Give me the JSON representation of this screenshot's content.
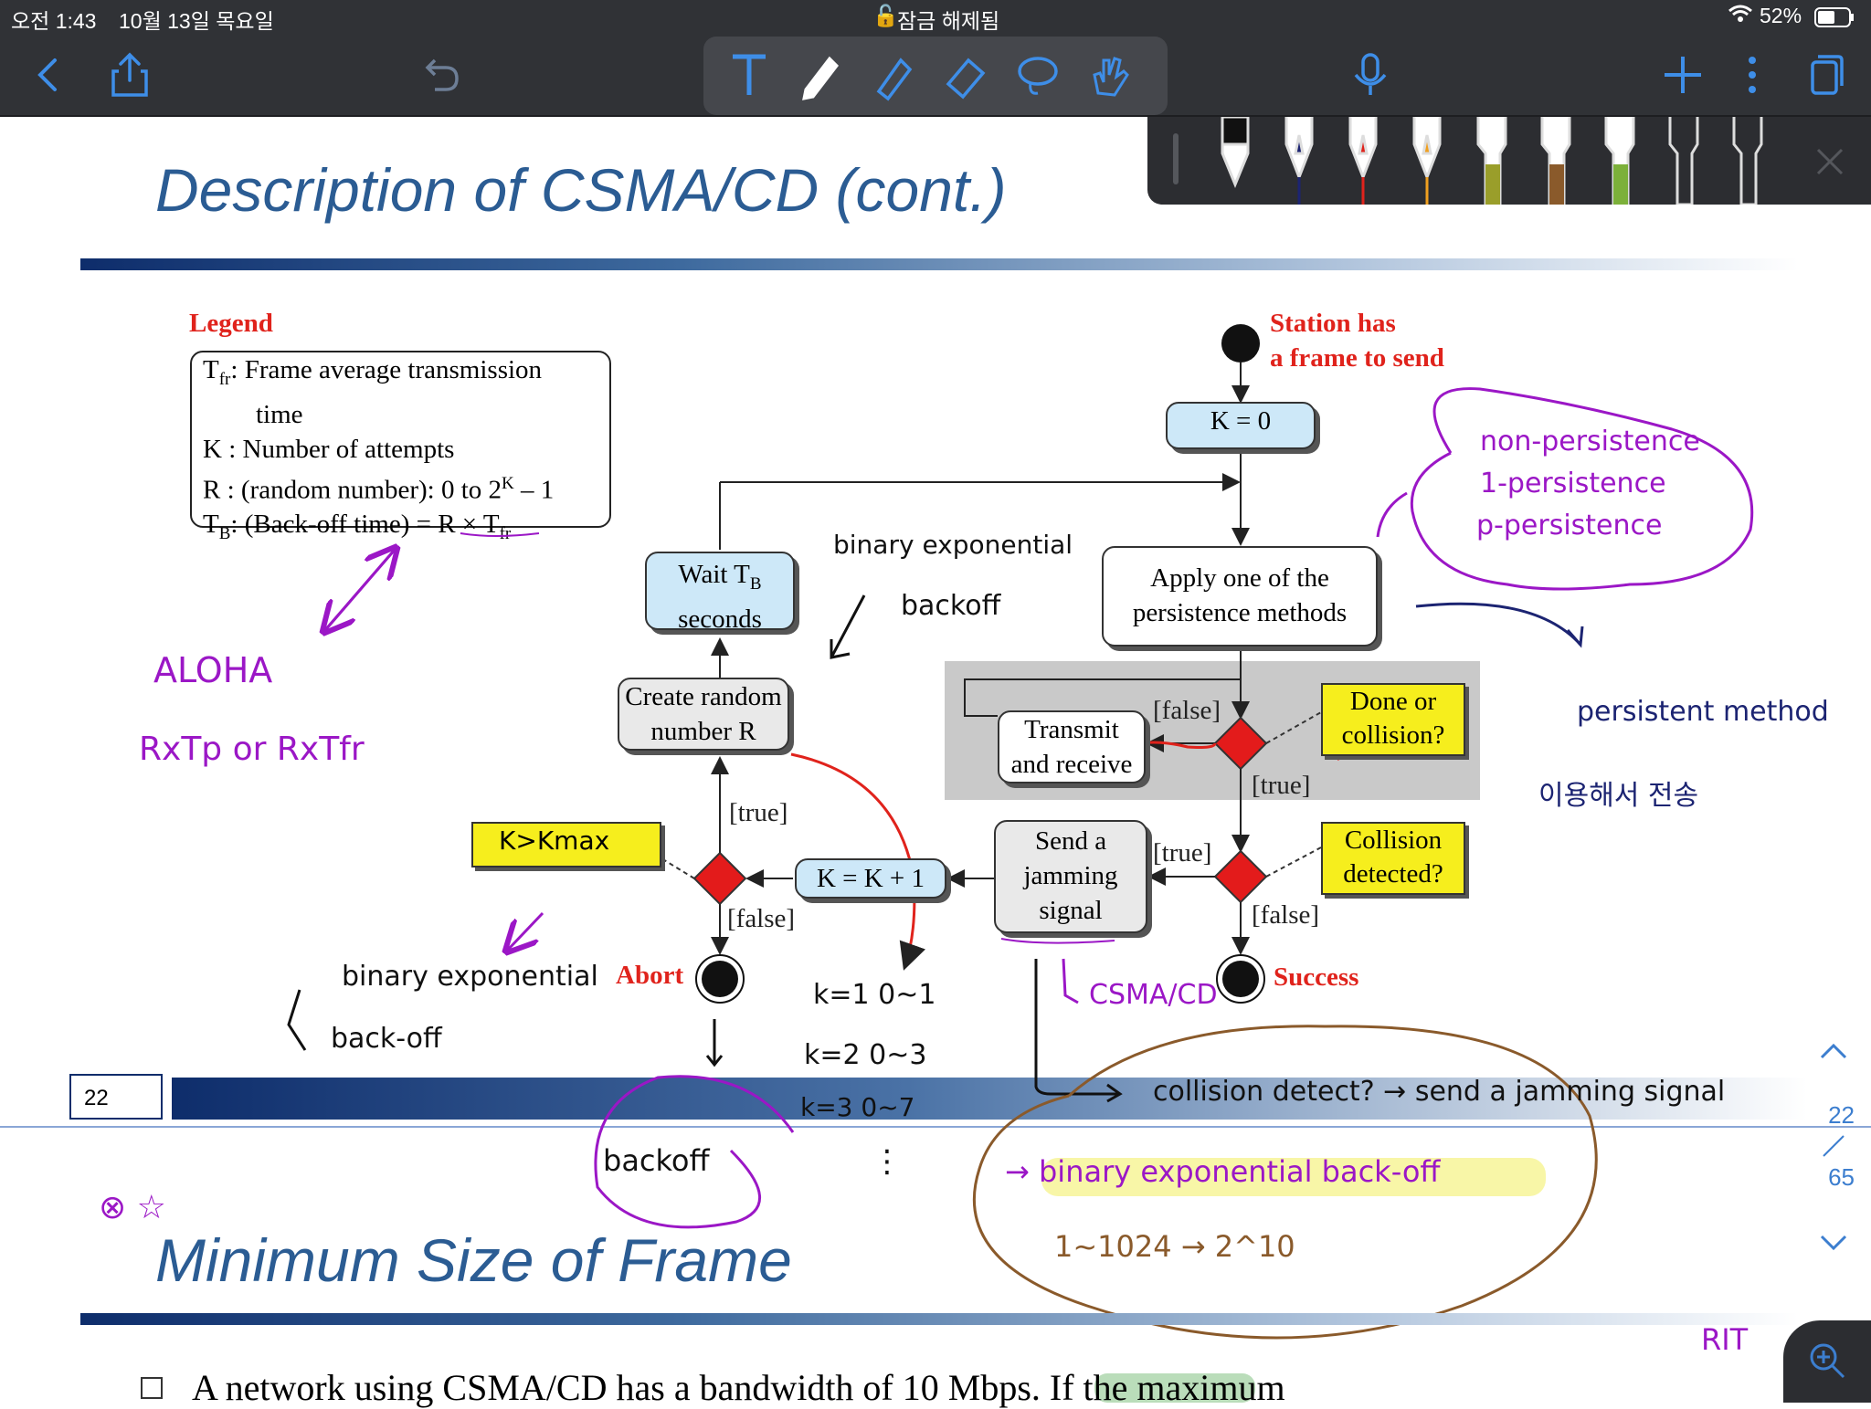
{
  "status_bar": {
    "time": "오전 1:43",
    "date": "10월 13일 목요일",
    "lock_status": "잠금 해제됨",
    "battery": "52%"
  },
  "slide1": {
    "title": "Description of CSMA/CD (cont.)",
    "page_number": "22",
    "legend": {
      "heading": "Legend",
      "lines": [
        "Frame average transmission",
        "time",
        "K  : Number of attempts",
        "R  : (random number): 0 to 2",
        ": (Back-off time) = R × T"
      ]
    },
    "flow": {
      "start_label_1": "Station has",
      "start_label_2": "a frame to send",
      "k0": "K = 0",
      "apply_1": "Apply one of the",
      "apply_2": "persistence methods",
      "transmit_1": "Transmit",
      "transmit_2": "and receive",
      "done_1": "Done or",
      "done_2": "collision?",
      "collision_1": "Collision",
      "collision_2": "detected?",
      "jam_1": "Send a",
      "jam_2": "jamming",
      "jam_3": "signal",
      "k_inc": "K = K + 1",
      "create_1": "Create random",
      "create_2": "number R",
      "wait_1": "Wait T",
      "wait_2": "seconds",
      "kmax_note": "K>Kmax",
      "abort": "Abort",
      "success": "Success",
      "true": "[true]",
      "false": "[false]"
    }
  },
  "slide2": {
    "title": "Minimum Size of Frame",
    "body": "A network using CSMA/CD has a bandwidth of 10 Mbps. If the maximum"
  },
  "annotations": {
    "aloha": "ALOHA",
    "rxtp": "RxTp or RxTfr",
    "beb_top_1": "binary exponential",
    "beb_top_2": "backoff",
    "beb_left_1": "binary exponential",
    "beb_left_2": "back-off",
    "p1": "non-persistence",
    "p2": "1-persistence",
    "p3": "p-persistence",
    "persistent_method": "persistent method",
    "korean_note": "이용해서 전송",
    "csmacd": "CSMA/CD",
    "k1": "k=1   0~1",
    "k2": "k=2   0~3",
    "k3": "k=3   0~7",
    "dots": "⋮",
    "backoff": "backoff",
    "collision_line": "collision detect? → send a jamming signal",
    "beb_bottom": "→ binary exponential back-off",
    "range": "1~1024 → 2^10",
    "rit": "RIT"
  },
  "side_nav": {
    "current": "22",
    "total": "65"
  },
  "colors": {
    "title_blue": "#2b5c93",
    "legend_red": "#e0231c",
    "node_blue": "#cde8f8",
    "note_yellow": "#f6ee1d",
    "decision_red": "#e31b1b",
    "purple_ink": "#9b17c6",
    "brown_ink": "#8a5a2b"
  }
}
